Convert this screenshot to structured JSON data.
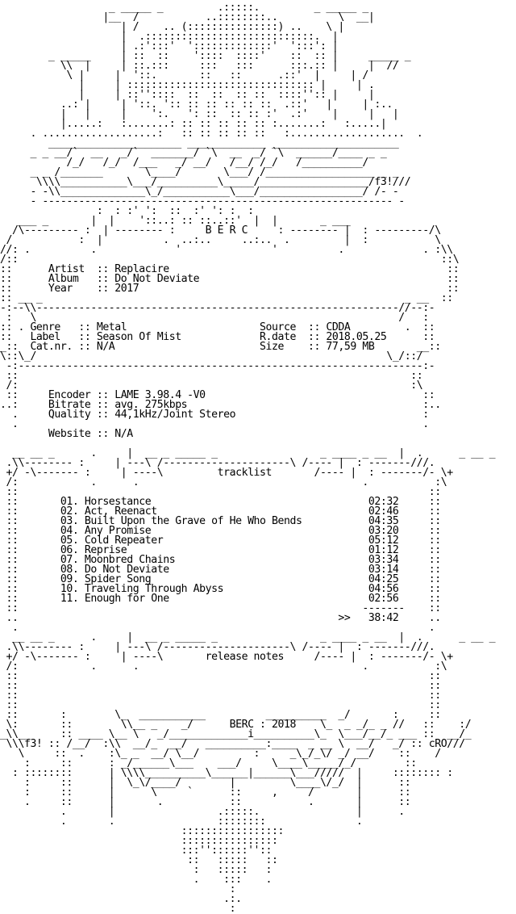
{
  "nfo_lines": [
    "                  _ _____ _         .:::::.         _ _____ _",
    "                 |__  /           ..::::::::..          \\  __|",
    "                    | /    .. (:::::::::::::::) ..    \\ |",
    "                    |  .::::::::::::::::::::::::::::.  |",
    "                    | .:':::'  ':::::::::::::'  ':::': |",
    "        _ _____     | ::  ::    '::::  ::::'    ::  :: |     _____ _",
    "          \\\\  |     | ::.:::     :::   :::      :::.:: |     |  //",
    "           \\ |     |  '::.       ::   ::      .::'  |     | /",
    "             |     | ::::::::::::::::::::::::::::::: |     | .",
    "             |     | ::''::::  ::  ::  :: ::  ::::'':: |     |",
    "          ..: |     | '::. ':: :: :: :: :: ::  .::'   |     | :..",
    "          |   |     |    ':.   ': ::  :: :: :'  .:'    |     |   |",
    "          |.....:   :.......: :: :: :: :: :: :.......:   :.....|",
    "     . ...................:   :: :: :: :: ::   :...................  .",
    "        ______________________ _____________ _____________________",
    "     _ _ __/`  __   _/`  _______/ `\\  __  _/ `\\  ______/____ _ _",
    "           /_/   /_/  /___   _/ __/   /__/ /_/   /__________/",
    "     _ _ /_______       \\____/       \\___/ /__________________ _ _",
    "      \\\\\\\\___________\\___/__________\\_____/__________________/f3!///",
    "     - -\\\\______________\\_/___________\\___/_________________/ /- -",
    "     - ---------------------------------------------------------- -",
    "                :  : :' ':  ::  :' ': :  :",
    "   ___ _       |  |    '::..: :: ::..::'  |  |       _ ___",
    "  /\\--------- :  | -------- :     B E R C     : -------- |  : ---------/\\",
    " /           :  |          .  ..:..     ..:..  .         |  :           \\",
    "//: .          .             '               '          .             . :\\\\",
    "/::                                                                      ::\\",
    "::      Artist  :: Replacire                                              ::",
    "::      Album   :: Do Not Deviate                                         ::",
    "::      Year    :: 2017                                                   ::",
    ":: __ _                                                            _ __  ::",
    "-:--\\\\------------------------------------------------------------//--:-",
    " :   \\                                                            /   :",
    ":: . Genre   :: Metal                      Source  :: CDDA         .  ::",
    "::   Label   :: Season Of Mist             R.date  :: 2018.05.25      ::",
    "_::  Cat.nr. :: N/A                        Size    :: 77,59 MB       __::",
    "\\::\\_/                                                          \\_/::/",
    " -:-------------------------------------------------------------------:-",
    " ::                                                                 ::",
    " /:                                                                 :\\",
    " ::     Encoder :: LAME 3.98.4 -V0                                    ::",
    "..:     Bitrate :: avg. 275kbps                                       :..",
    "  .     Quality :: 44,1kHz/Joint Stereo                               :",
    "  .                                                                   .",
    "        Website :: N/A",
    "",
    "  __ __ _      .     |  __ _ _____ _                 _ ____ _ __  |  .      _ __ _",
    " .\\\\-------- :     | ---\\ /---------------------\\ /---- |  : -------///.",
    " +/ -\\------- :     | ----\\         tracklist       /---- |  : -------/- \\+",
    " /:            .      .                                     .           :\\",
    " ::                                                                    ::",
    " ::       01. Horsestance                                    02:32     ::",
    " ::       02. Act, Reenact                                   02:46     ::",
    " ::       03. Built Upon the Grave of He Who Bends           04:35     ::",
    " ::       04. Any Promise                                    03:20     ::",
    " ::       05. Cold Repeater                                  05:12     ::",
    " ::       06. Reprise                                        01:12     ::",
    " ::       07. Moonbred Chains                                03:34     ::",
    " ::       08. Do Not Deviate                                 03:14     ::",
    " ::       09. Spider Song                                    04:25     ::",
    " ::       10. Traveling Through Abyss                        04:56     ::",
    " ::       11. Enough for One                                 02:56     ::",
    " ::                                                         -------    ::",
    " ..                                                     >>   38:42     ..",
    "  .                                                                    .",
    "  __ __ _      .     |  __ _ _____ _                 _ ____ _ __  |  .      _ __ _",
    " .\\\\-------- :     | ---\\ /---------------------\\ /---- |  : -------///.",
    " +/ -\\------- :     | ----\\       release notes     /---- |  : -------/- \\+",
    " /:            .      .                                     .           :\\",
    " ::                                                                    ::",
    " ::                                                                    ::",
    " ::                                                                    ::",
    " ::                                                                    ::",
    " ::       :        \\_  ___________          __________  _/       :     ::",
    " \\:       ::        \\\\__ _    _/      BERC : 2018    \\_  _ _/_ _ //   ::    :/",
    "_\\\\__     :: ____ \\__ \\   _/_____________i__________\\_  \\___/__/_ ___ ::  __/_",
    " \\\\\\f3! :: /__/  :\\\\  __/_  __/   __________:____  _ __ \\  __/   _/ :: cRO///",
    "   \\     ::  .    :\\_ _  __/ \\__/         :     _\\_/_\\/ _/ __/    ::    /",
    "    :     ::      : _/______\\___    ___/     \\____\\_____/_/        ::",
    "  : ::::::::      | \\\\\\\\__________\\______|______\\___/////  |     :::::::: :",
    "    :     ::      |  \\_\\/____/        |         \\____\\/_/  |      ::",
    "    :     ::      |      \\     `      ::     ,     /       |      ::",
    "    .     ::      |       .           ::           .       |      ::",
    "          .       |                 .:::::.                |      .",
    "          .       .                 ::::::::               .",
    "                              :::::::::::::::::",
    "                              ::::::::::::::::",
    "                              :::''::::::''::",
    "                               ::   :::::   ::",
    "                                :   :::::   :",
    "                                .    :::    .",
    "                                      :",
    "                                     .:.",
    "                                      :"
  ]
}
